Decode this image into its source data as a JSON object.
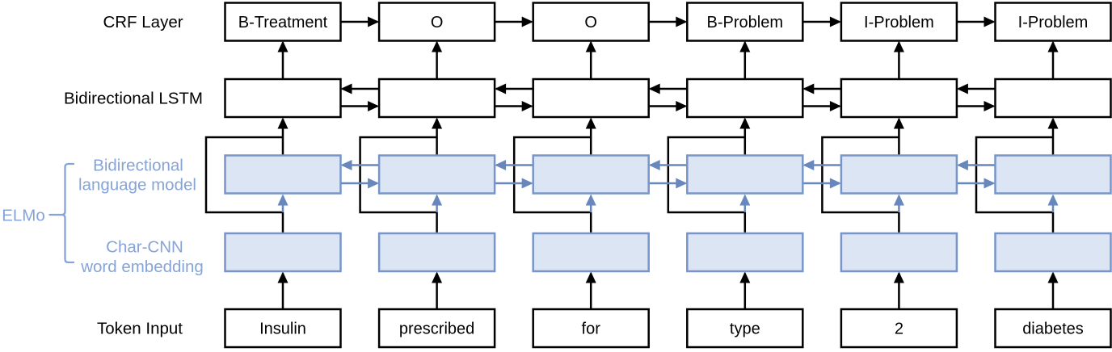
{
  "diagram": {
    "row_labels": {
      "crf": "CRF Layer",
      "lstm": "Bidirectional LSTM",
      "bilm_line1": "Bidirectional",
      "bilm_line2": "language model",
      "charcnn_line1": "Char-CNN",
      "charcnn_line2": "word embedding",
      "elmo": "ELMo",
      "token": "Token Input"
    },
    "crf_tags": [
      "B-Treatment",
      "O",
      "O",
      "B-Problem",
      "I-Problem",
      "I-Problem"
    ],
    "tokens": [
      "Insulin",
      "prescribed",
      "for",
      "type",
      "2",
      "diabetes"
    ],
    "colors": {
      "black": "#000000",
      "white": "#ffffff",
      "box_fill_blue": "#dce5f4",
      "box_border_blue": "#7795c9",
      "arrow_blue": "#6787bd",
      "label_blue": "#86a4d7"
    }
  }
}
